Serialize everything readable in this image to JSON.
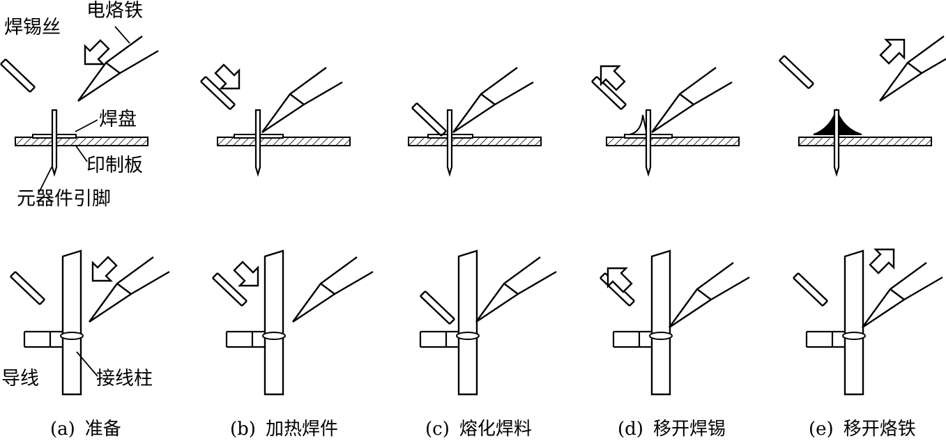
{
  "labels": {
    "solder_wire": "焊锡丝",
    "soldering_iron": "电烙铁",
    "pad": "焊盘",
    "pcb": "印制板",
    "component_lead": "元器件引脚",
    "wire": "导线",
    "terminal": "接线柱"
  },
  "steps": [
    {
      "letter": "(a)",
      "name": "准备"
    },
    {
      "letter": "(b)",
      "name": "加热焊件"
    },
    {
      "letter": "(c)",
      "name": "熔化焊料"
    },
    {
      "letter": "(d)",
      "name": "移开焊锡"
    },
    {
      "letter": "(e)",
      "name": "移开烙铁"
    }
  ],
  "colors": {
    "ink": "#000000",
    "paper": "#ffffff"
  }
}
